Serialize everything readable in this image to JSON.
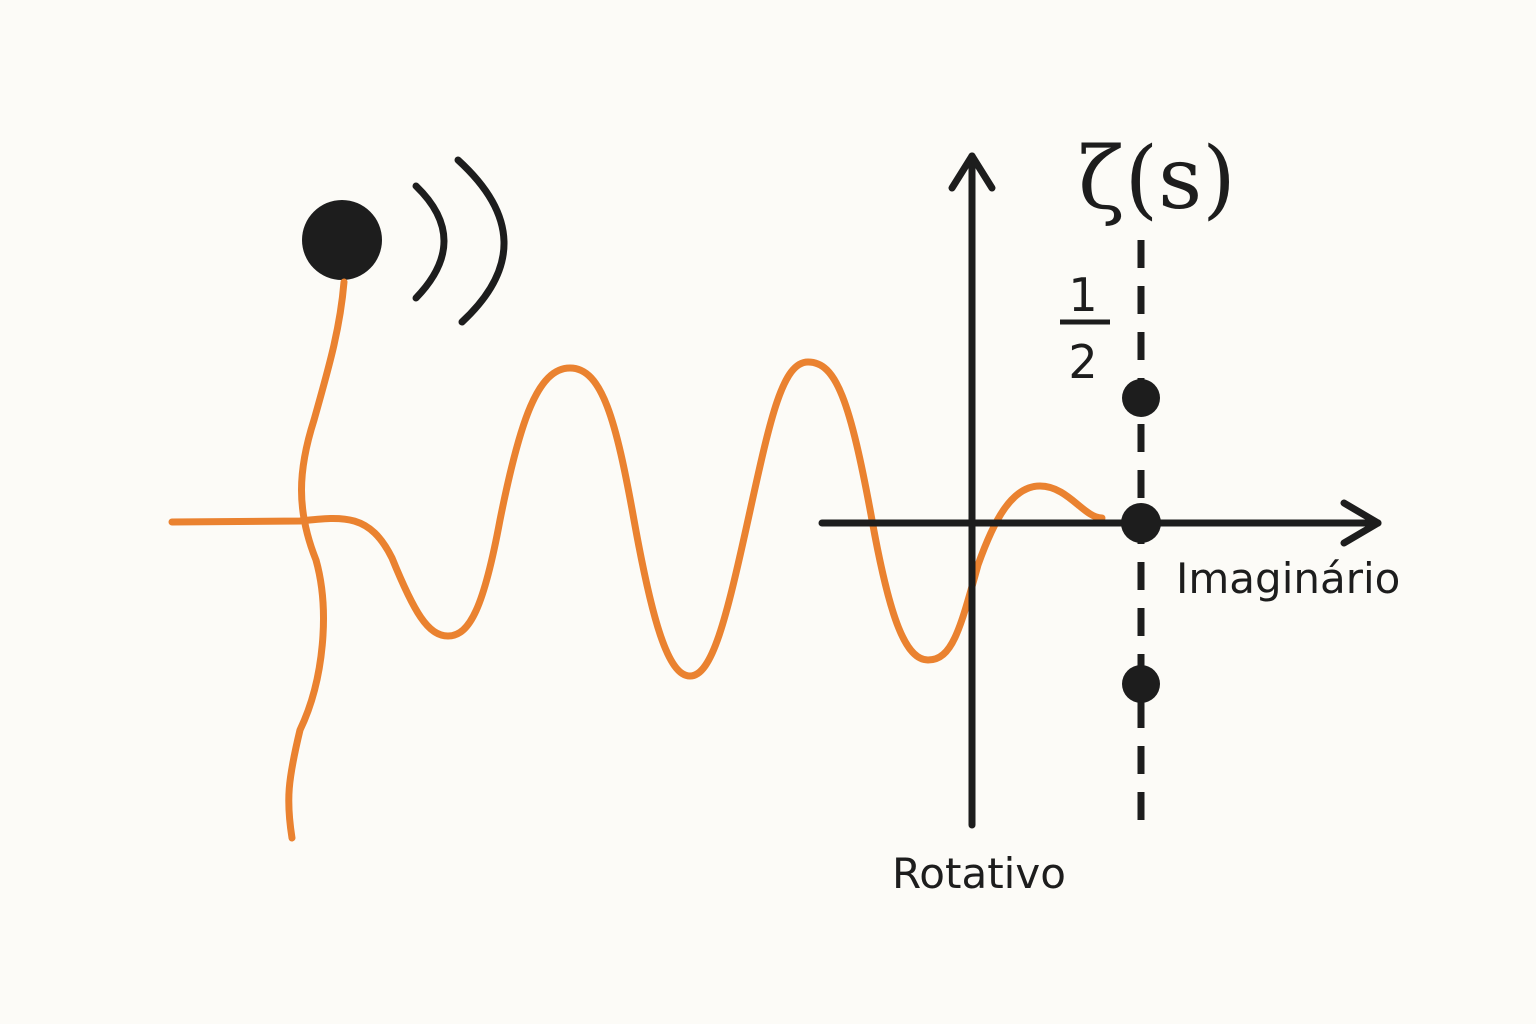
{
  "diagram": {
    "function_label": "ζ(s)",
    "fraction": {
      "numerator": "1",
      "denominator": "2"
    },
    "horizontal_axis_label": "Imaginário",
    "vertical_axis_label": "Rotativo",
    "marked_points_count": 3
  },
  "colors": {
    "background": "#fcfbf7",
    "ink": "#1d1d1d",
    "wave": "#ea8230"
  },
  "icons": {
    "sound_source": "sound-wave-icon"
  }
}
